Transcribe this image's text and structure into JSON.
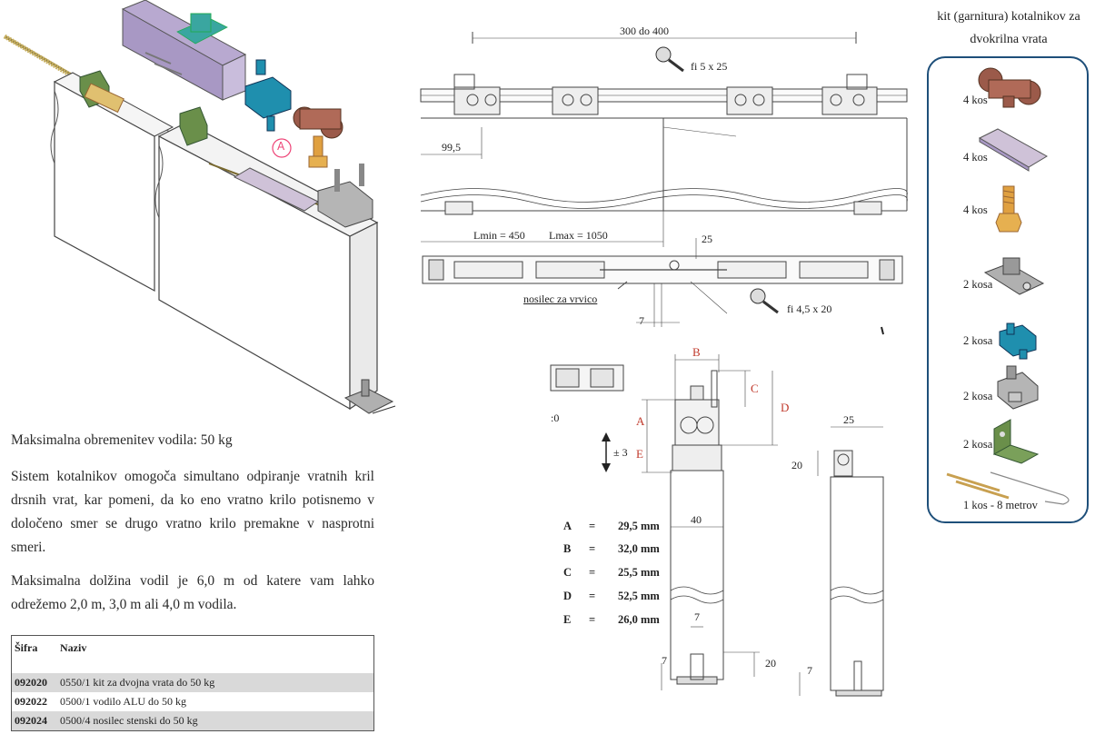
{
  "left_text": {
    "max_load": "Maksimalna obremenitev vodila: 50 kg",
    "description": "Sistem kotalnikov omogoča simultano odpiranje vratnih kril drsnih vrat, kar pomeni, da ko eno vratno krilo potisnemo v določeno smer se drugo vratno krilo premakne v nasprotni smeri.",
    "max_length": "Maksimalna dolžina vodil je 6,0 m od katere vam lahko odrežemo 2,0 m, 3,0 m ali 4,0 m vodila."
  },
  "callout": "A",
  "table": {
    "headers": [
      "Šifra",
      "Naziv"
    ],
    "rows": [
      {
        "code": "092020",
        "name": "0550/1 kit za dvojna vrata do 50 kg"
      },
      {
        "code": "092022",
        "name": "0500/1 vodilo ALU do 50 kg"
      },
      {
        "code": "092024",
        "name": "0500/4 nosilec stenski do 50 kg"
      }
    ]
  },
  "drawing": {
    "dim_300_400": "300 do 400",
    "screw_5x25": "fi 5 x 25",
    "dim_99_5": "99,5",
    "lmin": "Lmin = 450",
    "lmax": "Lmax = 1050",
    "dim_25_top": "25",
    "wire_holder": "nosilec za vrvico",
    "screw_4_5x20": "fi 4,5 x 20",
    "dim_7": "7",
    "partial_label": ":0"
  },
  "detail": {
    "B": "B",
    "C": "C",
    "A": "A",
    "D": "D",
    "E": "E",
    "pm3": "± 3",
    "w40": "40",
    "w7": "7",
    "h20": "20",
    "h7": "7",
    "side_25": "25",
    "side_20": "20",
    "side_7": "7"
  },
  "measurements": [
    {
      "key": "A",
      "eq": "=",
      "value": "29,5 mm"
    },
    {
      "key": "B",
      "eq": "=",
      "value": "32,0 mm"
    },
    {
      "key": "C",
      "eq": "=",
      "value": "25,5 mm"
    },
    {
      "key": "D",
      "eq": "=",
      "value": "52,5 mm"
    },
    {
      "key": "E",
      "eq": "=",
      "value": "26,0 mm"
    }
  ],
  "kit": {
    "title": "kit (garnitura) kotalnikov za dvokrilna vrata",
    "items": [
      {
        "qty": "4 kos",
        "icon": "roller-wheel-icon",
        "color": "#9b5a4a"
      },
      {
        "qty": "4 kos",
        "icon": "roller-plate-icon",
        "color": "#b7a8c8"
      },
      {
        "qty": "4 kos",
        "icon": "bolt-icon",
        "color": "#e0a040"
      },
      {
        "qty": "2 kosa",
        "icon": "floor-guide-icon",
        "color": "#9a9a9a"
      },
      {
        "qty": "2 kosa",
        "icon": "clamp-blue-icon",
        "color": "#1f8fae"
      },
      {
        "qty": "2 kosa",
        "icon": "clamp-grey-icon",
        "color": "#b5b5b5"
      },
      {
        "qty": "2 kosa",
        "icon": "bracket-green-icon",
        "color": "#6a8f4a"
      },
      {
        "qty": "1 kos - 8 metrov",
        "icon": "wire-icon",
        "color": "#c8a050"
      }
    ]
  }
}
